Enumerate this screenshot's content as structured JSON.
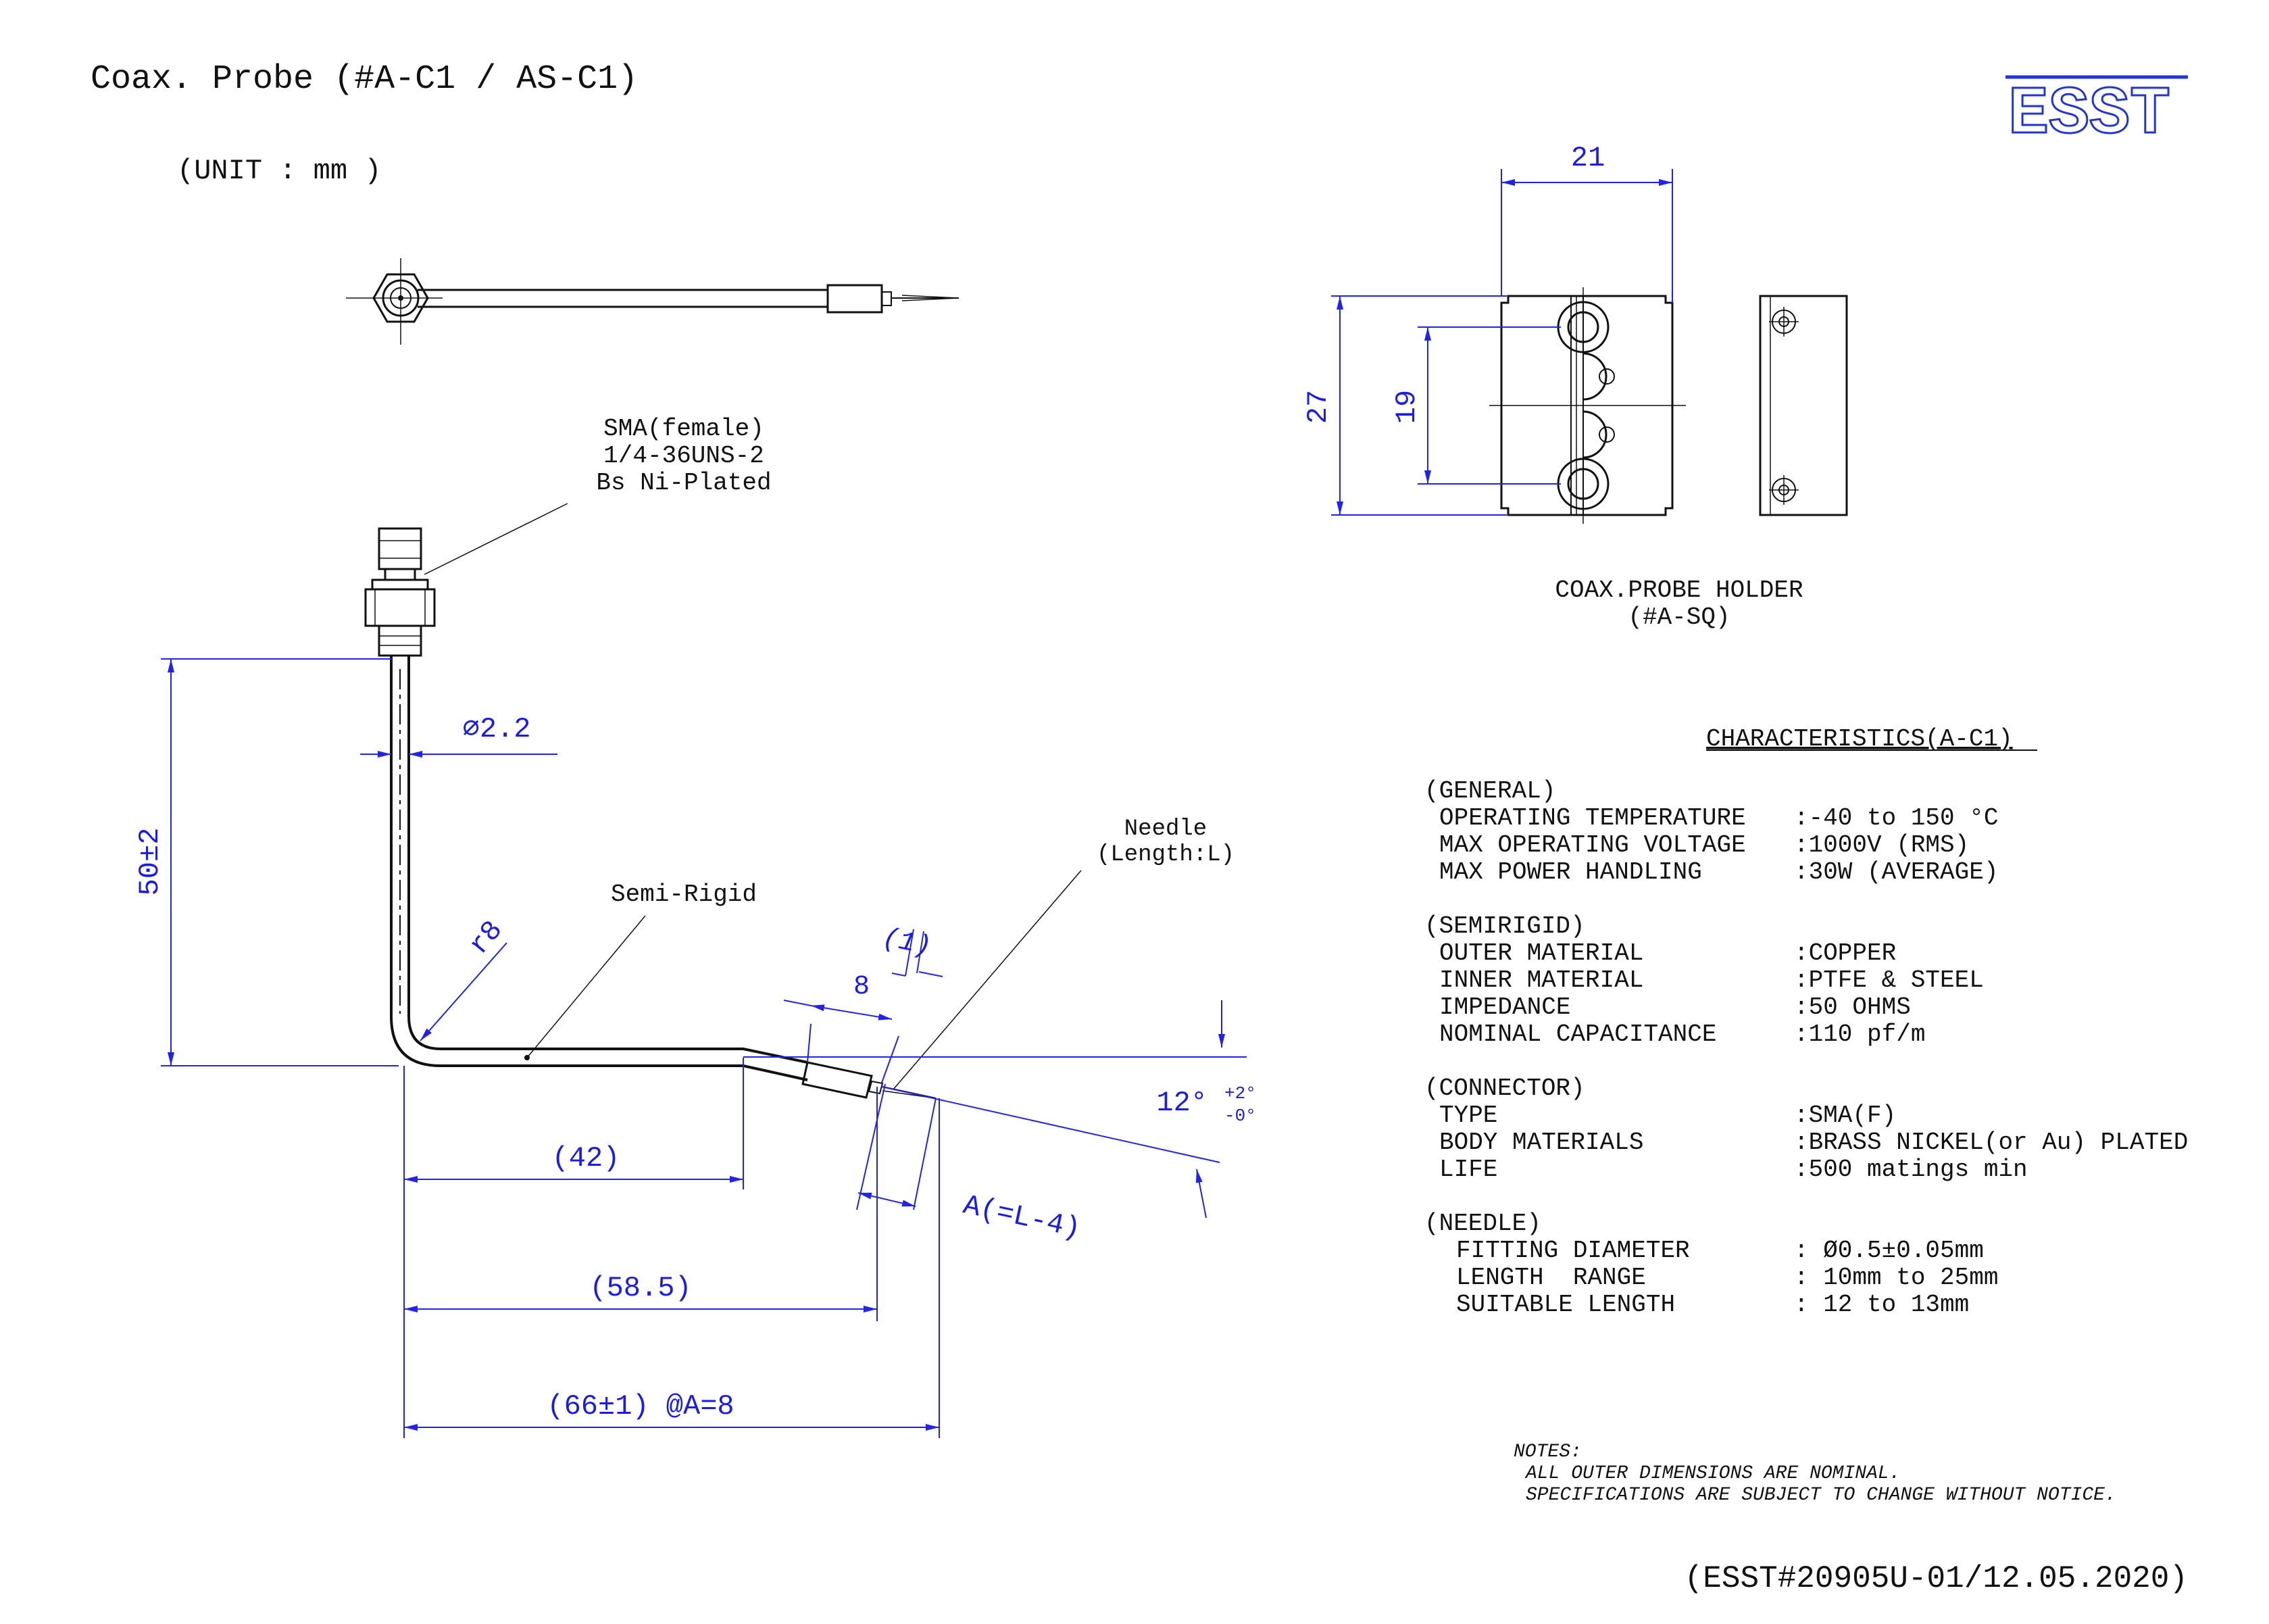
{
  "title": "Coax. Probe (#A-C1 / AS-C1)",
  "unit_label": "(UNIT : mm )",
  "logo_text": "ESST",
  "colors": {
    "dimension": "#2222ee",
    "line": "#111111",
    "background": "#ffffff"
  },
  "probe": {
    "connector_note": [
      "SMA(female)",
      "1/4-36UNS-2",
      "Bs Ni-Plated"
    ],
    "semi_rigid_label": "Semi-Rigid",
    "needle_label": [
      "Needle",
      "(Length:L)"
    ],
    "dimensions": {
      "diameter": "⌀2.2",
      "height": "50±2",
      "bend_radius": "r8",
      "tip_length_8": "8",
      "tip_offset_1": "(1)",
      "angle_main": "12°",
      "angle_plus": "+2°",
      "angle_minus": "-0°",
      "a_formula": "A(=L-4)",
      "length_42": "(42)",
      "length_58_5": "(58.5)",
      "length_66": "(66±1) @A=8"
    }
  },
  "holder": {
    "width": "21",
    "height": "27",
    "hole_spacing": "19",
    "caption_line1": "COAX.PROBE HOLDER",
    "caption_line2": "(#A-SQ)"
  },
  "characteristics": {
    "title": "CHARACTERISTICS(A-C1)",
    "sections": [
      {
        "header": "(GENERAL)",
        "rows": [
          {
            "label": "OPERATING TEMPERATURE",
            "value": ":-40 to 150 °C"
          },
          {
            "label": "MAX OPERATING VOLTAGE",
            "value": ":1000V (RMS)"
          },
          {
            "label": "MAX POWER HANDLING",
            "value": ":30W (AVERAGE)"
          }
        ]
      },
      {
        "header": "(SEMIRIGID)",
        "rows": [
          {
            "label": "OUTER MATERIAL",
            "value": ":COPPER"
          },
          {
            "label": "INNER MATERIAL",
            "value": ":PTFE & STEEL"
          },
          {
            "label": "IMPEDANCE",
            "value": ":50 OHMS"
          },
          {
            "label": "NOMINAL CAPACITANCE",
            "value": ":110 pf/m"
          }
        ]
      },
      {
        "header": "(CONNECTOR)",
        "rows": [
          {
            "label": "TYPE",
            "value": ":SMA(F)"
          },
          {
            "label": "BODY MATERIALS",
            "value": ":BRASS NICKEL(or Au) PLATED"
          },
          {
            "label": "LIFE",
            "value": ":500 matings min"
          }
        ]
      },
      {
        "header": "(NEEDLE)",
        "rows": [
          {
            "label": "FITTING DIAMETER",
            "value": ": Ø0.5±0.05mm"
          },
          {
            "label": "LENGTH  RANGE",
            "value": ": 10mm to 25mm"
          },
          {
            "label": "SUITABLE LENGTH",
            "value": ": 12 to 13mm"
          }
        ]
      }
    ]
  },
  "notes": {
    "header": "NOTES:",
    "lines": [
      "ALL OUTER DIMENSIONS ARE NOMINAL.",
      "SPECIFICATIONS ARE SUBJECT TO CHANGE WITHOUT NOTICE."
    ]
  },
  "doc_ref": "(ESST#20905U-01/12.05.2020)"
}
